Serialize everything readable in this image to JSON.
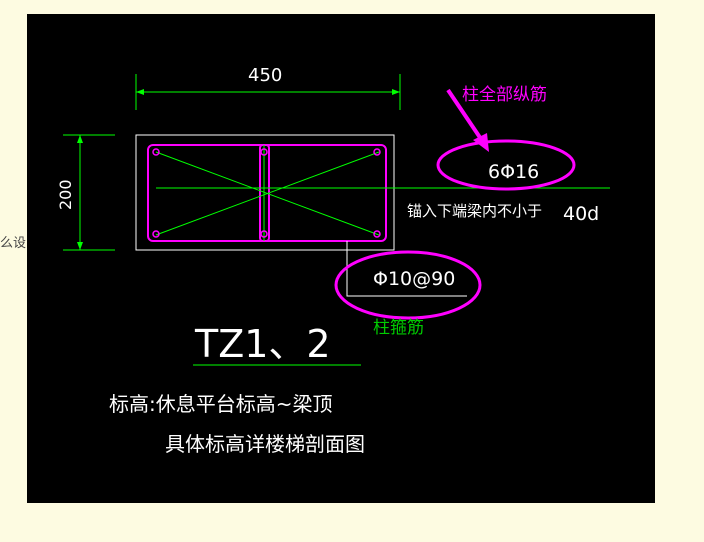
{
  "side_fragment": "么设",
  "drawing": {
    "dim_width": "450",
    "dim_height": "200",
    "callout_longitudinal": "柱全部纵筋",
    "rebar_main": "6Φ16",
    "anchor_note": "锚入下端梁内不小于",
    "anchor_length": "40d",
    "stirrup_spec": "Φ10@90",
    "callout_stirrup": "柱箍筋",
    "column_id": "TZ1、2",
    "elevation_line1": "标高:休息平台标高~梁顶",
    "elevation_line2": "具体标高详楼梯剖面图"
  },
  "colors": {
    "background": "#000000",
    "outline": "#ffffff",
    "rebar": "#ff00ff",
    "dimension": "#00ff00",
    "callout": "#ff00ff",
    "callout_text_green": "#00cc00",
    "page_bg": "#fdfbe1"
  }
}
